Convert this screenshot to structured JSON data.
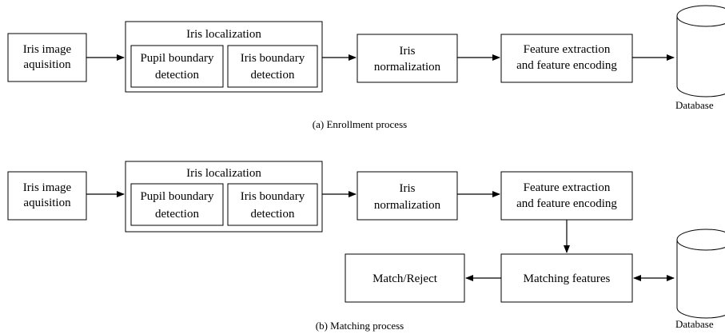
{
  "enrollment": {
    "caption": "(a) Enrollment process",
    "acquisition": [
      "Iris image",
      "aquisition"
    ],
    "localization_title": "Iris localization",
    "pupil": [
      "Pupil boundary",
      "detection"
    ],
    "iris_boundary": [
      "Iris boundary",
      "detection"
    ],
    "normalization": [
      "Iris",
      "normalization"
    ],
    "feature": [
      "Feature extraction",
      "and feature encoding"
    ],
    "database": "Database"
  },
  "matching": {
    "caption": "(b) Matching process",
    "acquisition": [
      "Iris image",
      "aquisition"
    ],
    "localization_title": "Iris localization",
    "pupil": [
      "Pupil boundary",
      "detection"
    ],
    "iris_boundary": [
      "Iris boundary",
      "detection"
    ],
    "normalization": [
      "Iris",
      "normalization"
    ],
    "feature": [
      "Feature extraction",
      "and feature encoding"
    ],
    "matching": "Matching features",
    "decision": "Match/Reject",
    "database": "Database"
  }
}
